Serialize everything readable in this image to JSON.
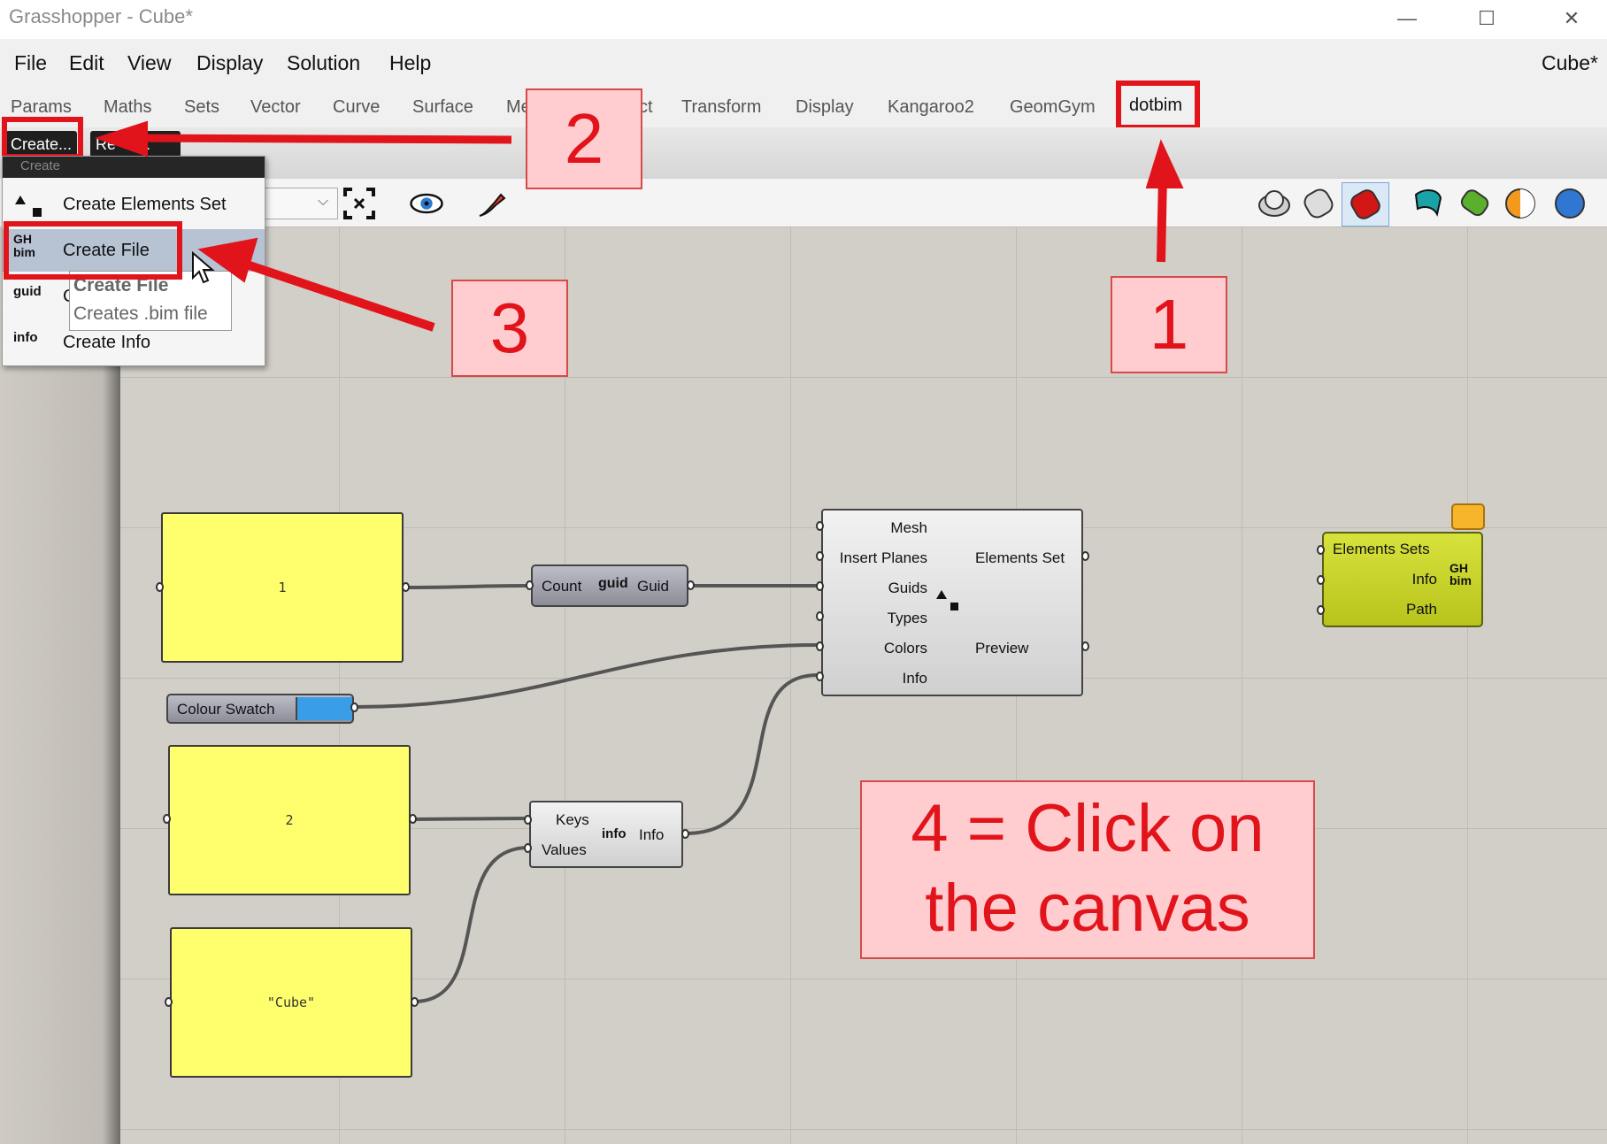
{
  "window": {
    "title": "Grasshopper - Cube*",
    "doc_name": "Cube*",
    "minimize": "—",
    "maximize": "☐",
    "close": "✕"
  },
  "menu": [
    "File",
    "Edit",
    "View",
    "Display",
    "Solution",
    "Help"
  ],
  "tabs": [
    "Params",
    "Maths",
    "Sets",
    "Vector",
    "Curve",
    "Surface",
    "Me",
    "ct",
    "Transform",
    "Display",
    "Kangaroo2",
    "GeomGym",
    "dotbim"
  ],
  "ribbon": {
    "create_label": "Create...",
    "read_label_a": "Re",
    "read_label_b": "..."
  },
  "dropdown": {
    "header": "Create",
    "items": [
      {
        "icon": "elements-set-icon",
        "label": "Create Elements Set"
      },
      {
        "icon": "gh-bim-icon",
        "icon_text": "GH bim",
        "label": "Create File"
      },
      {
        "icon": "guid-icon",
        "icon_text": "guid",
        "label": "C"
      },
      {
        "icon": "info-icon",
        "icon_text": "info",
        "label": "Create Info"
      }
    ]
  },
  "tooltip": {
    "title": "Create File",
    "description": "Creates .bim file"
  },
  "callouts": {
    "c1": "1",
    "c2": "2",
    "c3": "3",
    "c4_line1": "4 = Click on",
    "c4_line2": "the canvas"
  },
  "canvas": {
    "panel1": "1",
    "panel2": "2",
    "panel3": "\"Cube\"",
    "guid_node": {
      "in": "Count",
      "icon": "guid",
      "out": "Guid"
    },
    "swatch": {
      "label": "Colour Swatch",
      "color": "#3a9de8"
    },
    "info_node": {
      "in1": "Keys",
      "in2": "Values",
      "icon": "info",
      "out": "Info"
    },
    "elements_node": {
      "inputs": [
        "Mesh",
        "Insert Planes",
        "Guids",
        "Types",
        "Colors",
        "Info"
      ],
      "outputs": [
        "Elements Set",
        "Preview"
      ]
    },
    "bim_node": {
      "inputs": [
        "Elements Sets",
        "Info",
        "Path"
      ],
      "icon": "GH bim"
    }
  },
  "colors": {
    "highlight": "#e2141b",
    "callout_bg": "#ffcdd0",
    "panel_yellow": "#ffff6e",
    "bim_node": "#c3cf28"
  }
}
